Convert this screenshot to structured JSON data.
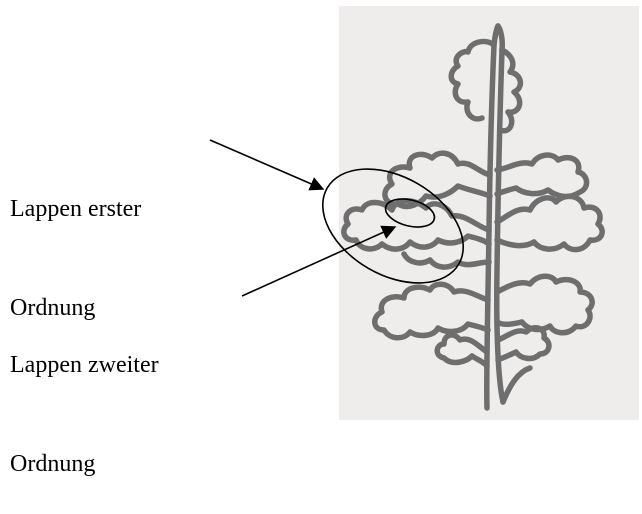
{
  "labels": {
    "first_order": {
      "line1": "Lappen erster",
      "line2": "Ordnung"
    },
    "second_order": {
      "line1": "Lappen zweiter",
      "line2": "Ordnung"
    }
  },
  "colors": {
    "background": "#ffffff",
    "photo_background": "#eeedeb",
    "leaf_outline": "#6e6e6e",
    "annotation": "#000000"
  }
}
